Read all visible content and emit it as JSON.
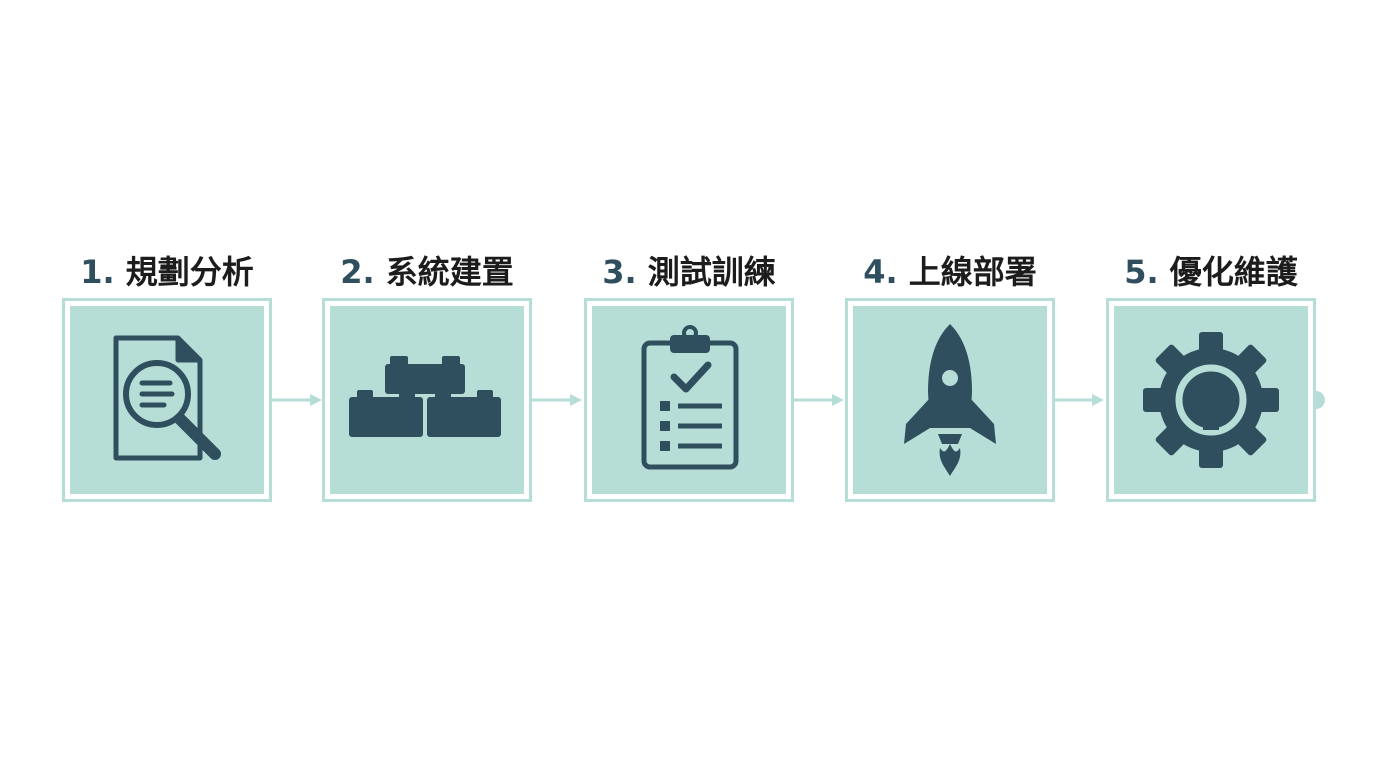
{
  "colors": {
    "accent": "#b6ddd6",
    "icon": "#2f4f5e",
    "title_text": "#1c1c1c"
  },
  "steps": [
    {
      "number": "1.",
      "label": "規劃分析",
      "icon": "document-search-icon"
    },
    {
      "number": "2.",
      "label": "系統建置",
      "icon": "building-blocks-icon"
    },
    {
      "number": "3.",
      "label": "測試訓練",
      "icon": "clipboard-checklist-icon"
    },
    {
      "number": "4.",
      "label": "上線部署",
      "icon": "rocket-icon"
    },
    {
      "number": "5.",
      "label": "優化維護",
      "icon": "gear-upgrade-icon"
    }
  ]
}
